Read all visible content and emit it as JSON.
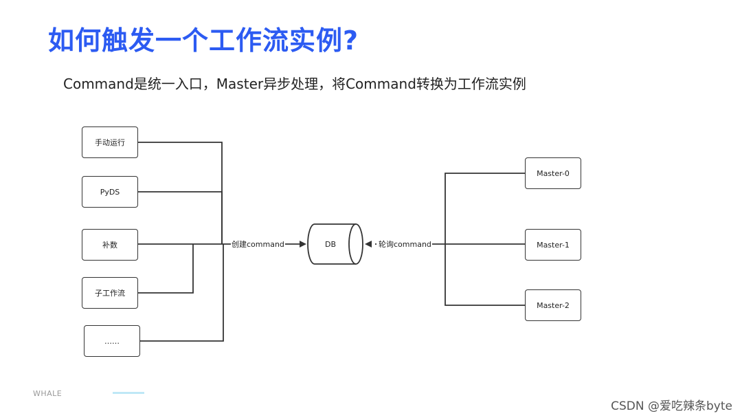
{
  "page": {
    "title": "如何触发一个工作流实例?",
    "subtitle": "Command是统一入口，Master异步处理，将Command转换为工作流实例"
  },
  "diagram": {
    "sources": [
      {
        "label": "手动运行"
      },
      {
        "label": "PyDS"
      },
      {
        "label": "补数"
      },
      {
        "label": "子工作流"
      },
      {
        "label": "……"
      }
    ],
    "db": {
      "label": "DB"
    },
    "masters": [
      {
        "label": "Master-0"
      },
      {
        "label": "Master-1"
      },
      {
        "label": "Master-2"
      }
    ],
    "edge_left_label": "创建command",
    "edge_right_label": "轮询command"
  },
  "footer": {
    "logo": "WHALE",
    "watermark": "CSDN @爱吃辣条byte"
  },
  "colors": {
    "title": "#2c5bf2",
    "line": "#333333",
    "footer_bar": "#bfe8f6"
  }
}
